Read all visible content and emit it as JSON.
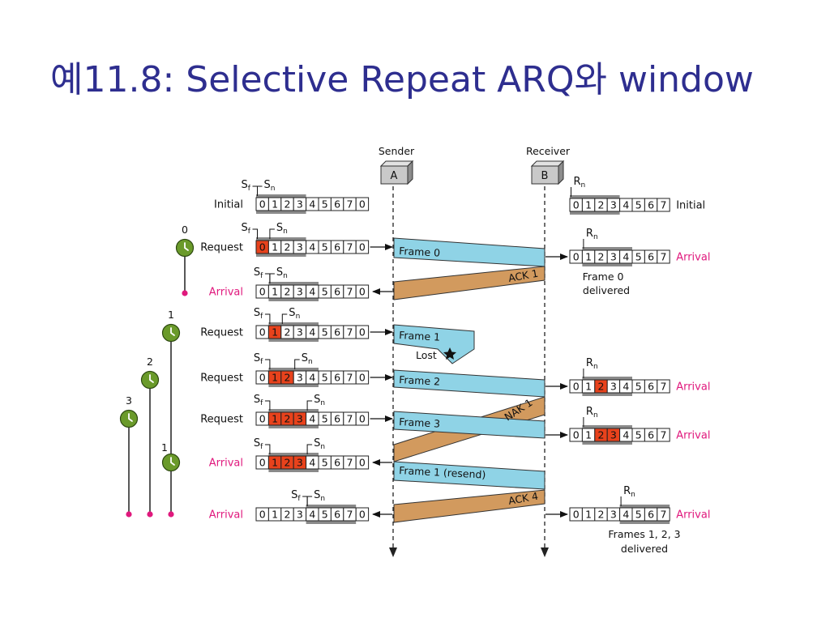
{
  "slide": {
    "title": "예11.8: Selective Repeat ARQ와 window"
  },
  "colors": {
    "title": "#2e2e8f",
    "arrival": "#e0197d",
    "timer": "#6a9a2a",
    "frame": "#8fd3e6",
    "ack": "#d29a5e",
    "highlight": "#e8421c",
    "window": "#8a8a8a"
  },
  "nodes": {
    "sender_label": "Sender",
    "sender_box": "A",
    "receiver_label": "Receiver",
    "receiver_box": "B"
  },
  "window_labels": {
    "sf": "S",
    "sf_sub": "f",
    "sn": "S",
    "sn_sub": "n",
    "rn": "R",
    "rn_sub": "n"
  },
  "sender_rows": [
    {
      "label": "Initial",
      "label_kind": "event",
      "cells": [
        "0",
        "1",
        "2",
        "3",
        "4",
        "5",
        "6",
        "7",
        "0"
      ],
      "highlight": [],
      "sf": 0,
      "sn": 0,
      "win": [
        0,
        4
      ]
    },
    {
      "label": "Request",
      "label_kind": "event",
      "cells": [
        "0",
        "1",
        "2",
        "3",
        "4",
        "5",
        "6",
        "7",
        "0"
      ],
      "highlight": [
        0
      ],
      "sf": 0,
      "sn": 1,
      "win": [
        0,
        4
      ]
    },
    {
      "label": "Arrival",
      "label_kind": "arrival",
      "cells": [
        "0",
        "1",
        "2",
        "3",
        "4",
        "5",
        "6",
        "7",
        "0"
      ],
      "highlight": [],
      "sf": 1,
      "sn": 1,
      "win": [
        1,
        5
      ]
    },
    {
      "label": "Request",
      "label_kind": "event",
      "cells": [
        "0",
        "1",
        "2",
        "3",
        "4",
        "5",
        "6",
        "7",
        "0"
      ],
      "highlight": [
        1
      ],
      "sf": 1,
      "sn": 2,
      "win": [
        1,
        5
      ]
    },
    {
      "label": "Request",
      "label_kind": "event",
      "cells": [
        "0",
        "1",
        "2",
        "3",
        "4",
        "5",
        "6",
        "7",
        "0"
      ],
      "highlight": [
        1,
        2
      ],
      "sf": 1,
      "sn": 3,
      "win": [
        1,
        5
      ]
    },
    {
      "label": "Request",
      "label_kind": "event",
      "cells": [
        "0",
        "1",
        "2",
        "3",
        "4",
        "5",
        "6",
        "7",
        "0"
      ],
      "highlight": [
        1,
        2,
        3
      ],
      "sf": 1,
      "sn": 4,
      "win": [
        1,
        5
      ]
    },
    {
      "label": "Arrival",
      "label_kind": "arrival",
      "cells": [
        "0",
        "1",
        "2",
        "3",
        "4",
        "5",
        "6",
        "7",
        "0"
      ],
      "highlight": [
        1,
        2,
        3
      ],
      "sf": 1,
      "sn": 4,
      "win": [
        1,
        5
      ]
    },
    {
      "label": "Arrival",
      "label_kind": "arrival",
      "cells": [
        "0",
        "1",
        "2",
        "3",
        "4",
        "5",
        "6",
        "7",
        "0"
      ],
      "highlight": [],
      "sf": 4,
      "sn": 4,
      "win": [
        4,
        8
      ]
    }
  ],
  "receiver_rows": [
    {
      "label": "Initial",
      "label_kind": "event",
      "cells": [
        "0",
        "1",
        "2",
        "3",
        "4",
        "5",
        "6",
        "7"
      ],
      "highlight": [],
      "rn": 0,
      "win": [
        0,
        4
      ]
    },
    {
      "label": "Arrival",
      "label_kind": "arrival",
      "cells": [
        "0",
        "1",
        "2",
        "3",
        "4",
        "5",
        "6",
        "7"
      ],
      "highlight": [],
      "rn": 1,
      "win": [
        1,
        5
      ]
    },
    {
      "label": "Arrival",
      "label_kind": "arrival",
      "cells": [
        "0",
        "1",
        "2",
        "3",
        "4",
        "5",
        "6",
        "7"
      ],
      "highlight": [
        2
      ],
      "rn": 1,
      "win": [
        1,
        5
      ]
    },
    {
      "label": "Arrival",
      "label_kind": "arrival",
      "cells": [
        "0",
        "1",
        "2",
        "3",
        "4",
        "5",
        "6",
        "7"
      ],
      "highlight": [
        2,
        3
      ],
      "rn": 1,
      "win": [
        1,
        5
      ]
    },
    {
      "label": "Arrival",
      "label_kind": "arrival",
      "cells": [
        "0",
        "1",
        "2",
        "3",
        "4",
        "5",
        "6",
        "7"
      ],
      "highlight": [],
      "rn": 4,
      "win": [
        4,
        8
      ]
    }
  ],
  "frames": [
    {
      "label": "Frame 0",
      "kind": "frame"
    },
    {
      "label": "ACK 1",
      "kind": "ack"
    },
    {
      "label": "Frame 1",
      "kind": "lost"
    },
    {
      "label": "Frame 2",
      "kind": "frame"
    },
    {
      "label": "NAK 1",
      "kind": "ack"
    },
    {
      "label": "Frame 3",
      "kind": "frame"
    },
    {
      "label": "Frame 1 (resend)",
      "kind": "frame"
    },
    {
      "label": "ACK 4",
      "kind": "ack"
    }
  ],
  "lost_label": "Lost",
  "notes": [
    {
      "lines": [
        "Frame 0",
        "delivered"
      ]
    },
    {
      "lines": [
        "Frames 1, 2, 3",
        "delivered"
      ]
    }
  ],
  "timers": [
    "0",
    "1",
    "2",
    "3",
    "1"
  ]
}
